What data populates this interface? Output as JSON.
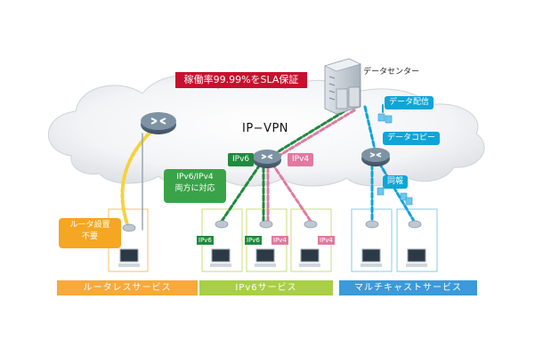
{
  "sla_label": "稼働率99.99%をSLA保証",
  "datacenter_label": "データセンター",
  "vpn_label": "IP−VPN",
  "data_delivery_label": "データ配信",
  "data_copy_label": "データコピー",
  "replication_label": "同報",
  "ipv6_tag": "IPv6",
  "ipv4_tag": "IPv4",
  "dual_stack_note": "IPv6/IPv4\n両方に対応",
  "router_unneeded_note": "ルータ設置\n不要",
  "service_bars": {
    "routerless": "ルータレスサービス",
    "ipv6": "IPv6サービス",
    "multicast": "マルチキャストサービス"
  },
  "colors": {
    "sla_red": "#c8102e",
    "ipv6_green": "#1f8a3d",
    "ipv4_pink": "#e07aa0",
    "multicast_blue": "#0ea5d8",
    "routerless_orange": "#f5a623",
    "bar_orange": "#f7a93b",
    "bar_green": "#a8cf45",
    "bar_blue": "#3b9ad9"
  }
}
